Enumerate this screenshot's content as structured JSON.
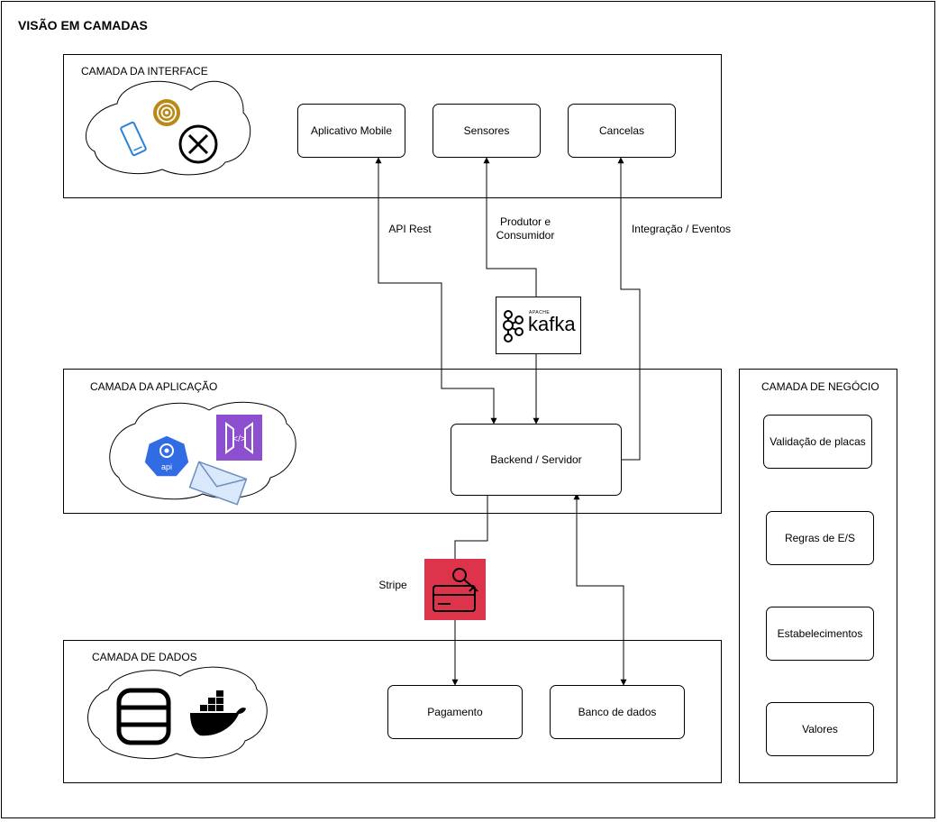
{
  "title": "VISÃO EM CAMADAS",
  "layers": {
    "interface": "CAMADA DA INTERFACE",
    "application": "CAMADA DA APLICAÇÃO",
    "data": "CAMADA DE DADOS",
    "business": "CAMADA DE NEGÓCIO"
  },
  "interface_boxes": {
    "mobile": "Aplicativo Mobile",
    "sensors": "Sensores",
    "gates": "Cancelas"
  },
  "application_boxes": {
    "backend": "Backend / Servidor"
  },
  "data_boxes": {
    "payment": "Pagamento",
    "database": "Banco de dados"
  },
  "business_boxes": {
    "plates": "Validação de placas",
    "rules": "Regras de E/S",
    "establishments": "Estabelecimentos",
    "values": "Valores"
  },
  "connections": {
    "api": "API Rest",
    "producer_line1": "Produtor e",
    "producer_line2": "Consumidor",
    "integration": "Integração / Eventos",
    "stripe": "Stripe"
  },
  "kafka": {
    "apache": "APACHE",
    "name": "kafka"
  },
  "icons": {
    "api": "api",
    "code": "</>"
  },
  "colors": {
    "mobile_icon": "#2a83d8",
    "sensor_icon": "#b98a18",
    "api_icon": "#326ce5",
    "code_icon": "#8c4fcf",
    "mail_fill": "#dae8fc",
    "mail_stroke": "#6c8ebf",
    "stripe_bg": "#dd344c"
  }
}
